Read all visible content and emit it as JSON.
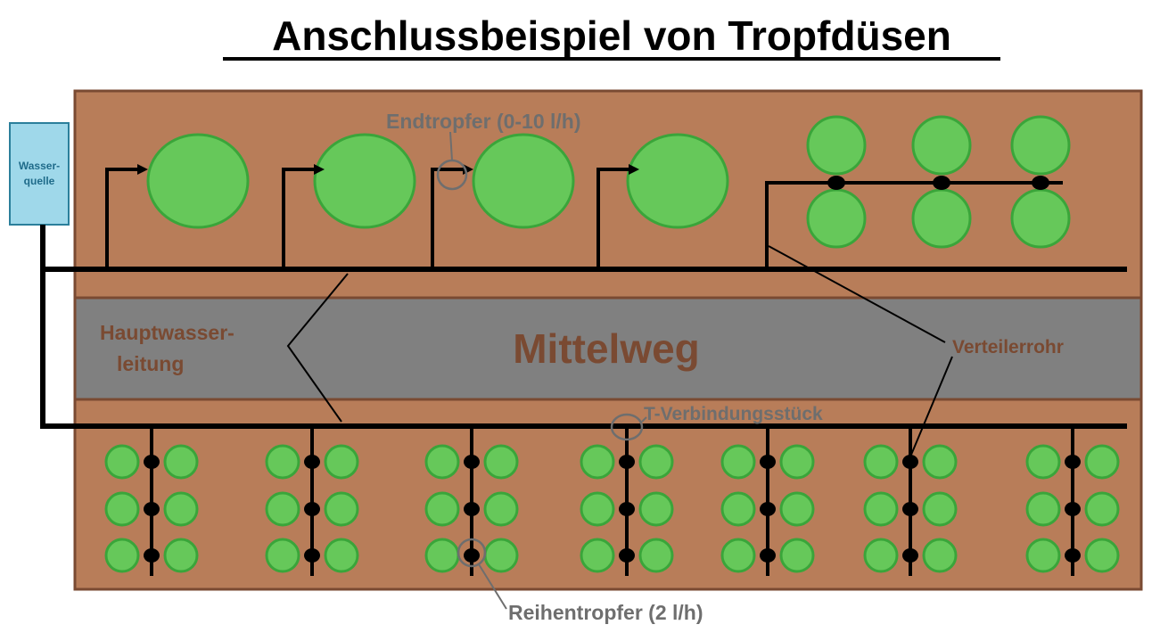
{
  "title": "Anschlussbeispiel von Tropfdüsen",
  "labels": {
    "water_source_line1": "Wasser-",
    "water_source_line2": "quelle",
    "end_dripper": "Endtropfer (0-10 l/h)",
    "main_line_line1": "Hauptwasser-",
    "main_line_line2": "leitung",
    "path": "Mittelweg",
    "distributor_pipe": "Verteilerrohr",
    "t_connector": "T-Verbindungsstück",
    "inline_dripper": "Reihentropfer (2 l/h)"
  },
  "colors": {
    "bed": "#b87d59",
    "bed_border": "#7a4a32",
    "path": "#808080",
    "plant_fill": "#66c85a",
    "plant_stroke": "#3aa53a",
    "source_fill": "#9fd8ea",
    "source_stroke": "#2b7f9b",
    "pipe": "#000000",
    "marker": "#6e6e6e",
    "label_gray": "#6e6e6e",
    "label_brown": "#7a4a32"
  },
  "icons": [
    "water-source-box",
    "plant-circle",
    "dripper-arrow",
    "t-connector-dot",
    "callout-circle"
  ]
}
